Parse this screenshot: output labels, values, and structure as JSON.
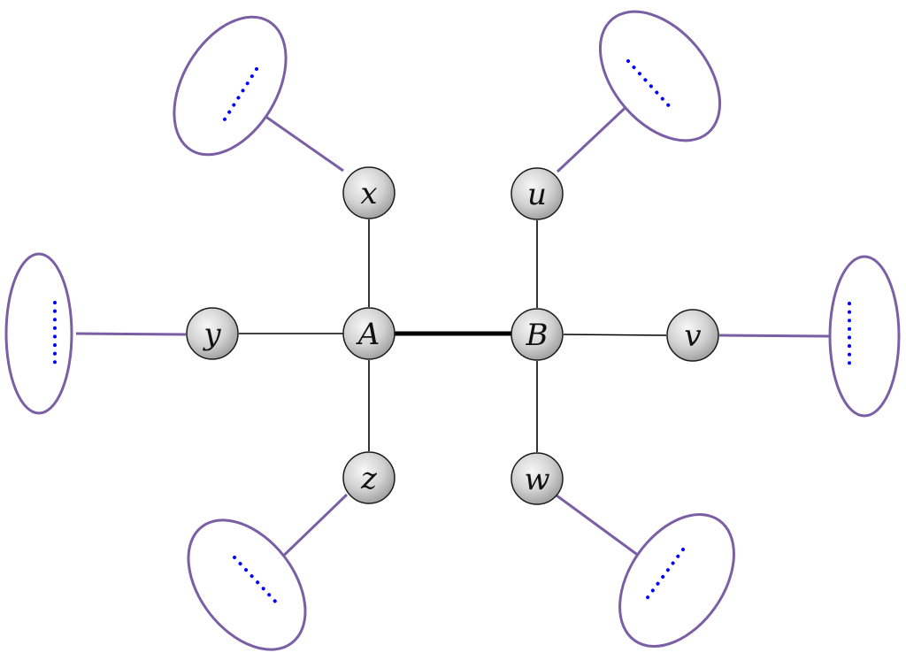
{
  "colors": {
    "node_stroke": "#1a1a1a",
    "edge": "#000000",
    "cluster_stroke": "#7a5fa5",
    "dots": "#0000ff",
    "node_fill_light": "#f7f7f7",
    "node_fill_dark": "#9a9a9a"
  },
  "nodes": {
    "A": "A",
    "B": "B",
    "x": "x",
    "y": "y",
    "z": "z",
    "u": "u",
    "v": "v",
    "w": "w"
  },
  "edges": [
    [
      "A",
      "B"
    ],
    [
      "A",
      "x"
    ],
    [
      "A",
      "y"
    ],
    [
      "A",
      "z"
    ],
    [
      "B",
      "u"
    ],
    [
      "B",
      "v"
    ],
    [
      "B",
      "w"
    ]
  ],
  "bold_edge": [
    "A",
    "B"
  ],
  "clusters": [
    "x",
    "y",
    "z",
    "u",
    "v",
    "w"
  ]
}
